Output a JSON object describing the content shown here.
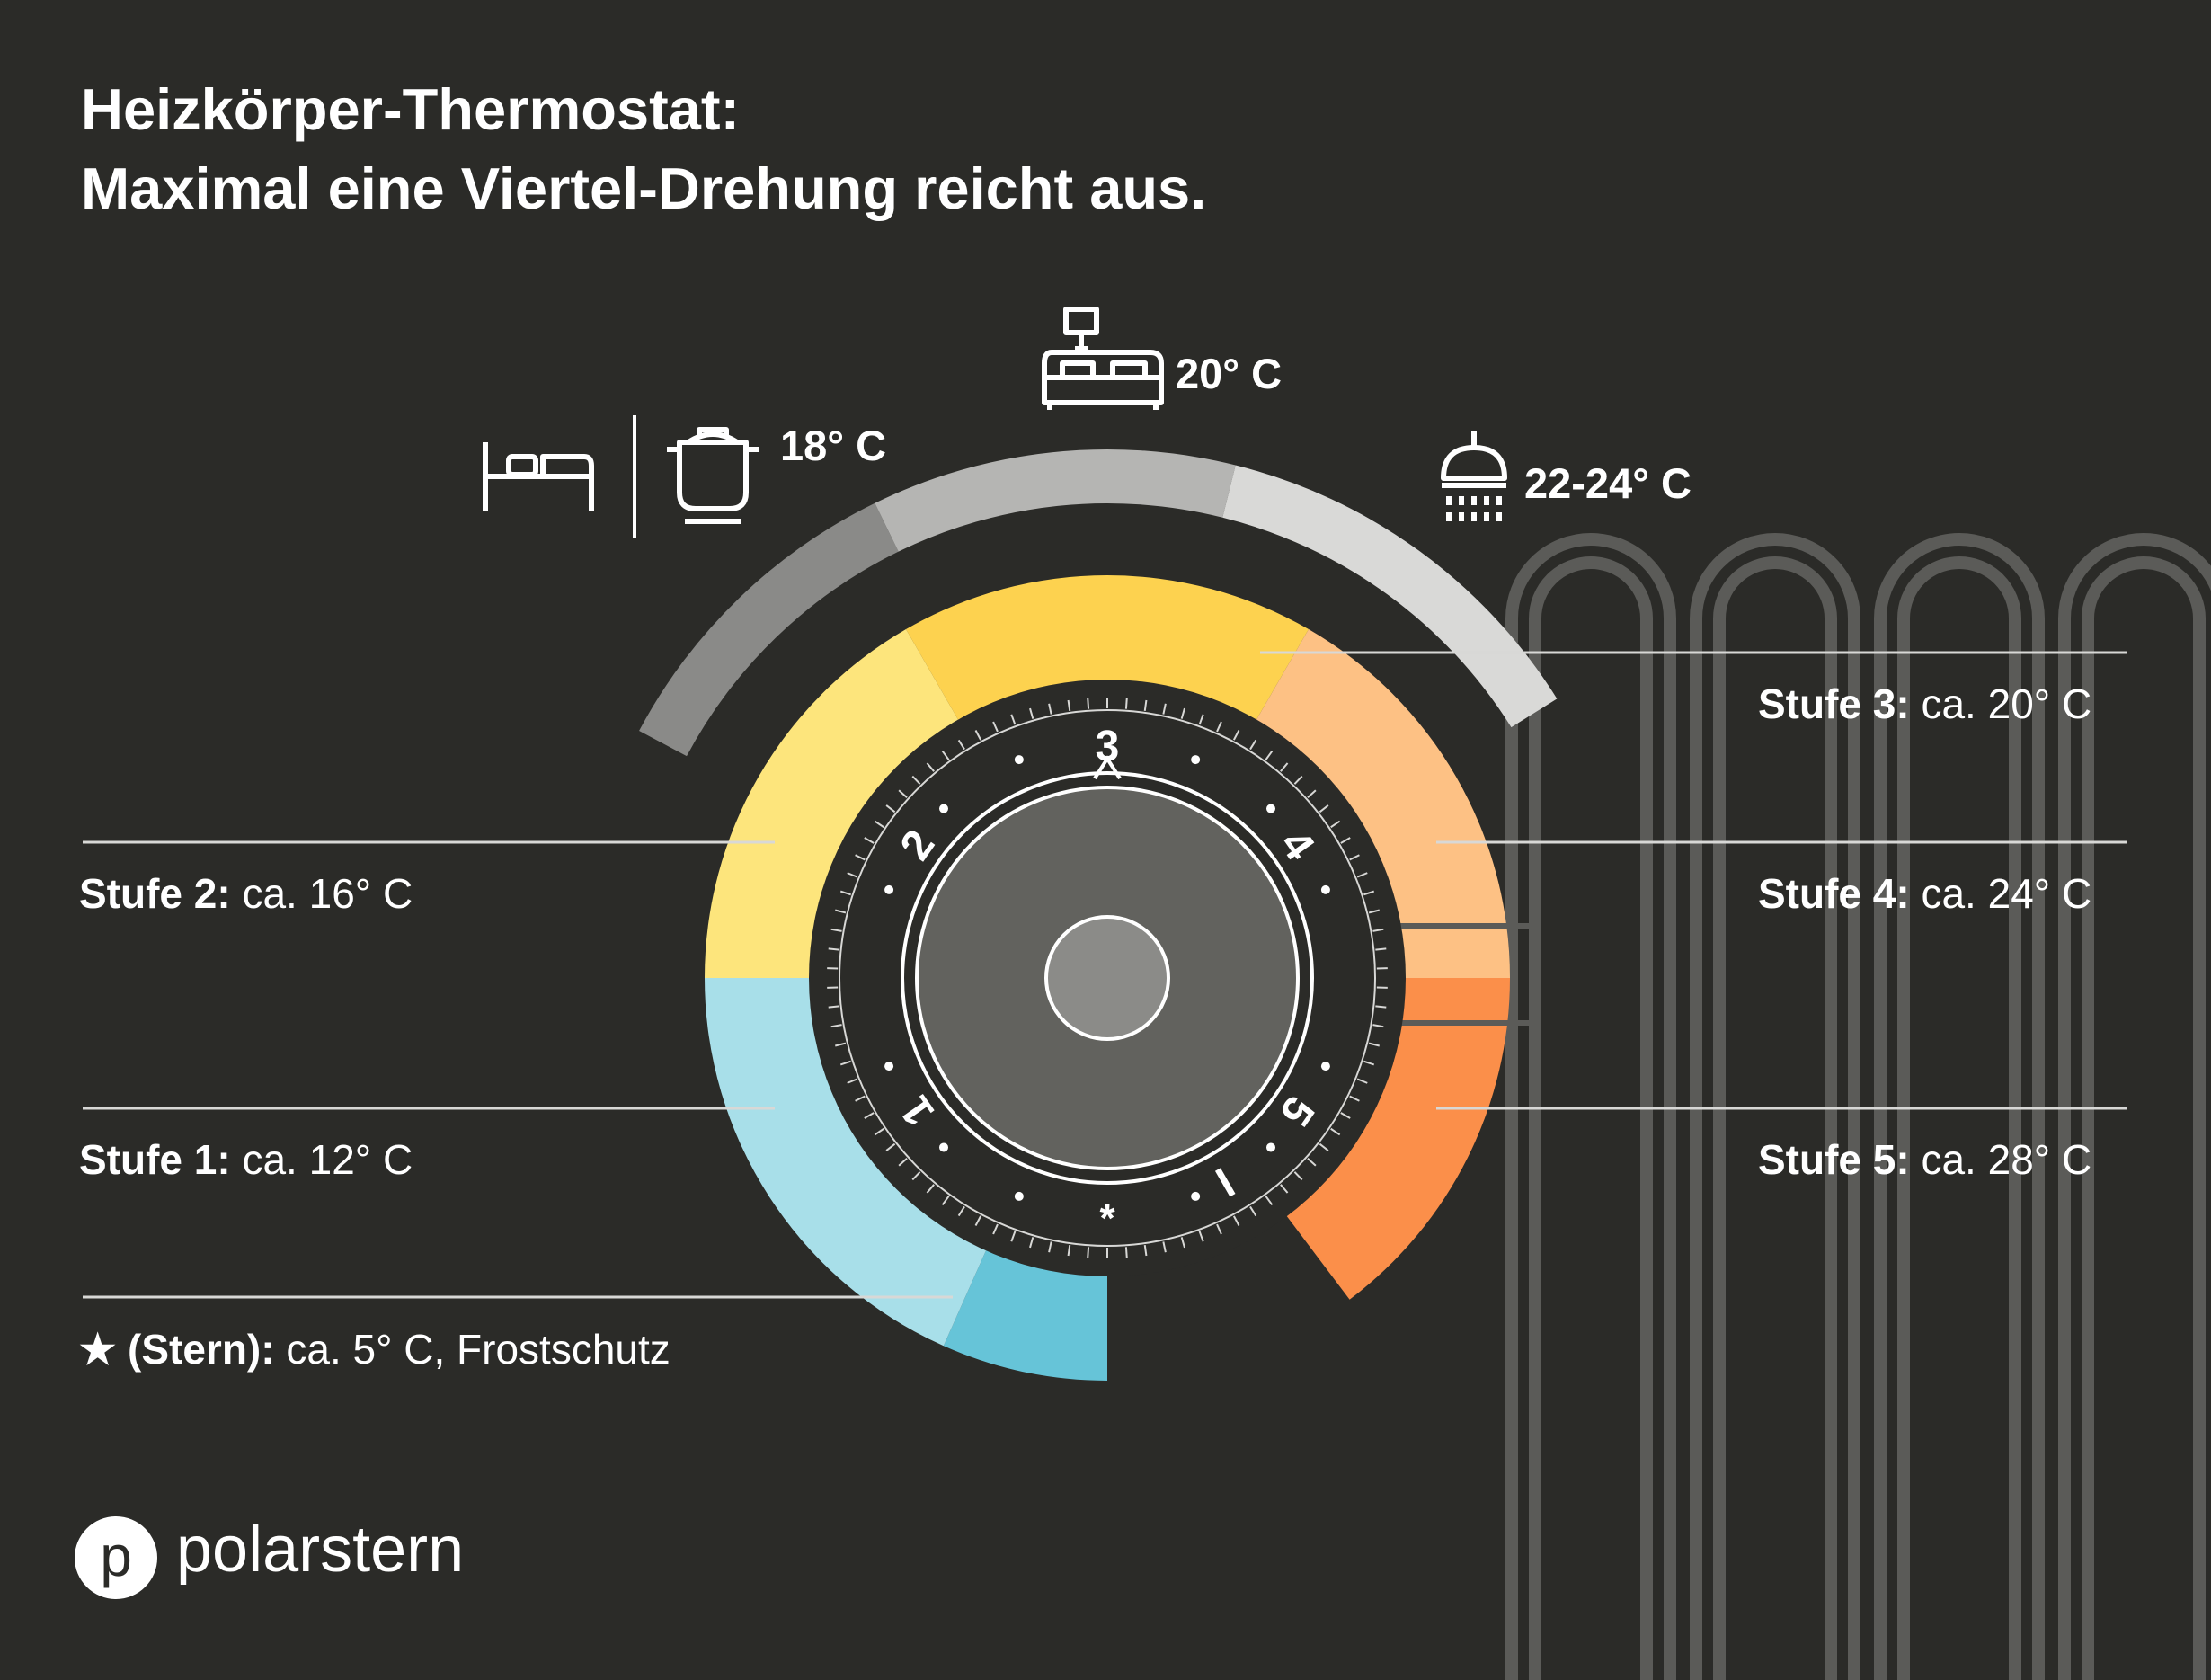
{
  "title": {
    "line1": "Heizkörper-Thermostat:",
    "line2": "Maximal eine Viertel-Drehung reicht aus."
  },
  "rooms": {
    "bedroom_kitchen": {
      "icons": [
        "bed-icon",
        "cooking-pot-icon"
      ],
      "temp": "18° C"
    },
    "living": {
      "icon": "sofa-lamp-icon",
      "temp": "20° C"
    },
    "bathroom": {
      "icon": "shower-icon",
      "temp": "22-24° C"
    }
  },
  "stufen": {
    "stufe1": {
      "label": "Stufe 1:",
      "value": "ca. 12° C"
    },
    "stufe2": {
      "label": "Stufe 2:",
      "value": "ca. 16° C"
    },
    "stufe3": {
      "label": "Stufe 3:",
      "value": "ca. 20° C"
    },
    "stufe4": {
      "label": "Stufe 4:",
      "value": "ca. 24° C"
    },
    "stufe5": {
      "label": "Stufe 5:",
      "value": "ca. 28° C"
    },
    "stern": {
      "symbol": "★",
      "label": "(Stern):",
      "value": "ca. 5° C, Frostschutz"
    }
  },
  "dial": {
    "numbers": [
      "1",
      "2",
      "3",
      "4",
      "5"
    ],
    "frost_mark": "*",
    "max_mark": "I"
  },
  "logo": {
    "letter": "p",
    "name": "polarstern"
  },
  "colors": {
    "background": "#2b2b28",
    "stern": "#66c4d8",
    "stufe1": "#a8dfe9",
    "stufe2": "#fde57c",
    "stufe3": "#fdd24f",
    "stufe4": "#fdc184",
    "stufe5": "#fb8f4a",
    "room_dark": "#8a8a88",
    "room_mid": "#b5b5b3",
    "room_light": "#d9d9d7",
    "dial_face": "#2b2b28",
    "knob_outer": "#62625e",
    "knob_center": "#8b8b88",
    "radiator": "#5b5b58",
    "text": "#ffffff"
  }
}
